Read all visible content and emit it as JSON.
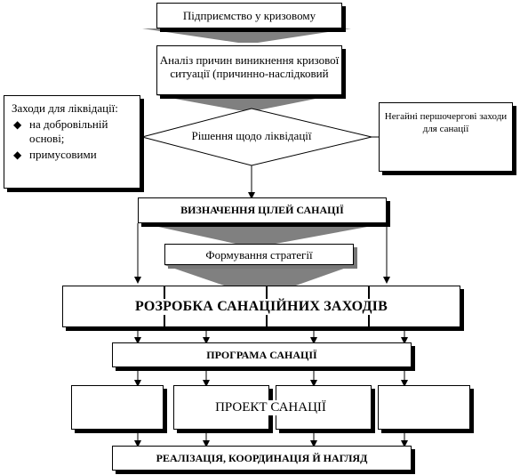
{
  "boxes": {
    "crisis_enterprise": "Підприємство у кризовому",
    "analysis": "Аналіз причин виникнення кризової ситуації (причинно-наслідковий",
    "decision": "Рішення щодо ліквідації",
    "urgent_measures": "Негайні першочергові заходи для санації",
    "goals": "ВИЗНАЧЕННЯ ЦІЛЕЙ САНАЦІЇ",
    "strategy": "Формування стратегії",
    "measures_dev": "РОЗРОБКА САНАЦІЙНИХ ЗАХОДІВ",
    "program": "ПРОГРАМА САНАЦІЇ",
    "project": "ПРОЕКТ САНАЦІЇ",
    "implementation": "РЕАЛІЗАЦІЯ, КООРДИНАЦІЯ Й НАГЛЯД"
  },
  "liquidation_measures": {
    "title": "Заходи для ліквідації:",
    "items": [
      "на добровільній основі;",
      "примусовими"
    ],
    "bullet": "◆"
  },
  "colors": {
    "arrow_fill": "#808080",
    "line": "#000000",
    "shadow": "#000000"
  }
}
